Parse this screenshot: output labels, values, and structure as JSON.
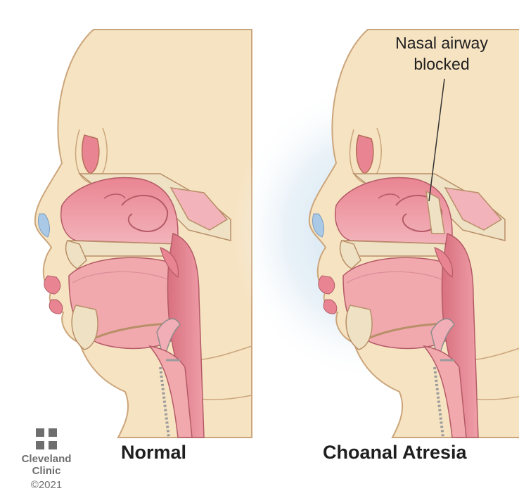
{
  "panels": [
    {
      "caption": "Normal"
    },
    {
      "caption": "Choanal Atresia"
    }
  ],
  "callout": {
    "line1": "Nasal airway",
    "line2": "blocked"
  },
  "logo": {
    "line1": "Cleveland",
    "line2": "Clinic",
    "line3": "©2021"
  },
  "colors": {
    "skin": "#f6e3c2",
    "skin_outline": "#cba67c",
    "airway_pink": "#e98a98",
    "tissue_pink": "#f2aeb6",
    "tongue_pink": "#f1a9ae",
    "bone": "#efe2c4",
    "blue_glow": "#c6dcec",
    "text": "#1f1f1f",
    "logo_gray": "#6e6e6e"
  }
}
